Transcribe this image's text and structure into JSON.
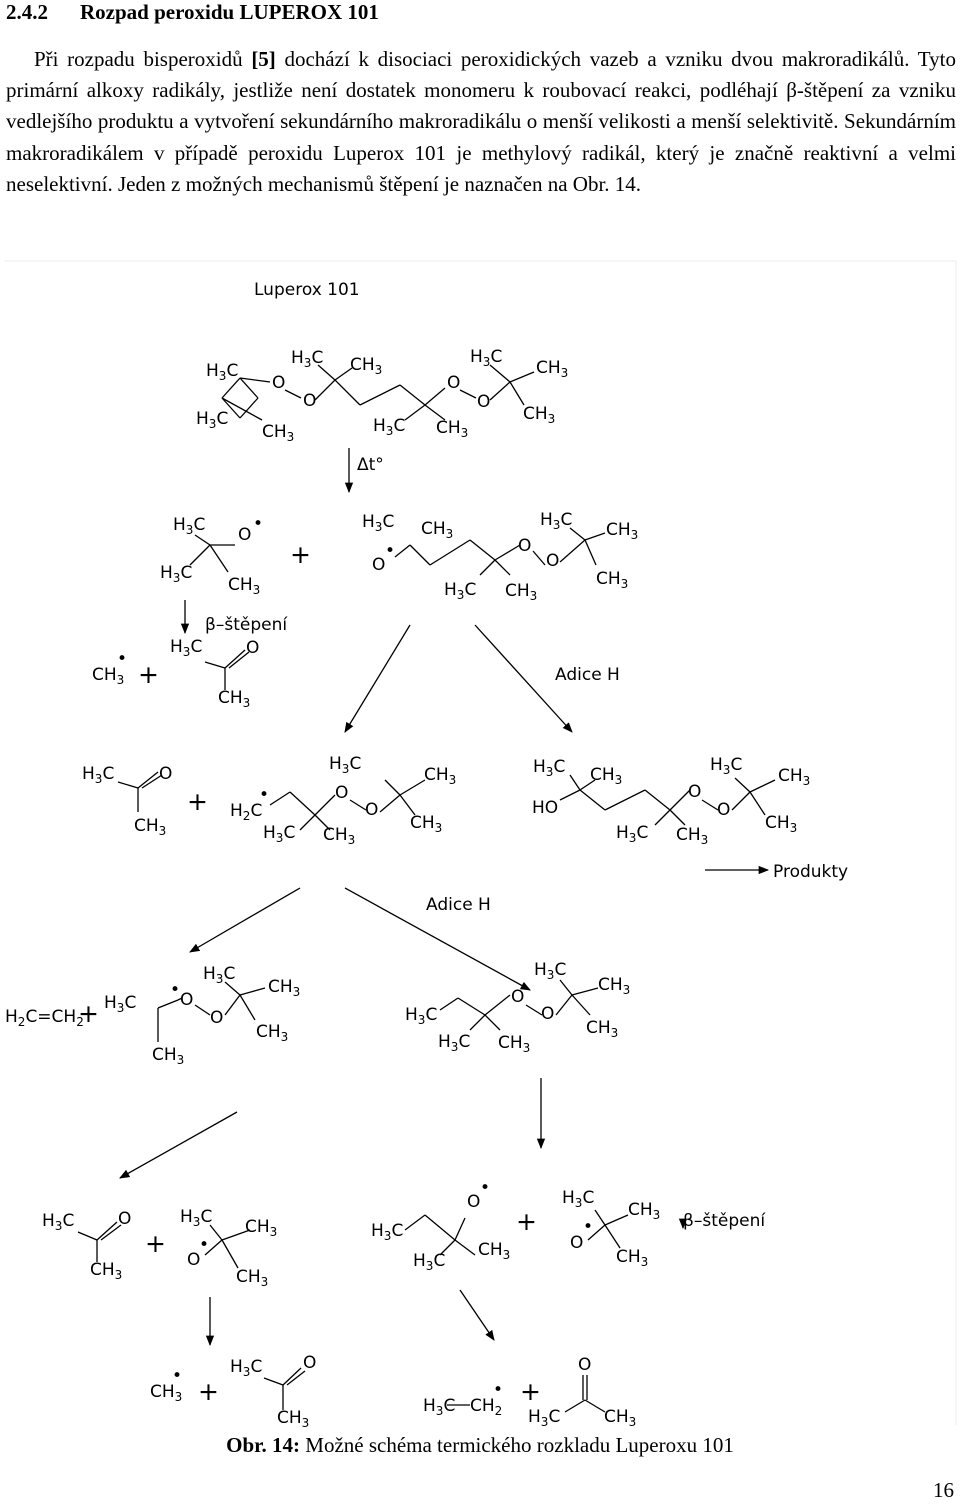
{
  "heading": {
    "number": "2.4.2",
    "title": "Rozpad peroxidu LUPEROX 101"
  },
  "paragraph": {
    "pre": "Při rozpadu bisperoxidů ",
    "ref": "[5]",
    "post": " dochází k disociaci peroxidických vazeb a vzniku dvou makroradikálů. Tyto primární alkoxy radikály, jestliže není dostatek monomeru k roubovací reakci, podléhají β-štěpení za vzniku vedlejšího produktu a vytvoření sekundárního makroradikálu o menší velikosti a menší selektivitě. Sekundárním makroradikálem v případě peroxidu Luperox 101 je methylový radikál, který je značně reaktivní a velmi neselektivní. Jeden z možných mechanismů štěpení je naznačen na Obr. 14."
  },
  "scheme": {
    "title": "Luperox 101",
    "delta_label": "Δt°",
    "beta_label": "β–štěpení",
    "addition_label": "Adice H",
    "products_label": "Produkty",
    "plus": "+",
    "formula": {
      "h3c": "H",
      "ch3": "CH",
      "ch": "CH",
      "h2c": "H",
      "c": "C",
      "o": "O",
      "ho": "HO",
      "dot": "•",
      "ethylene_left": "H",
      "ethylene_mid": "C=CH",
      "sub2": "2",
      "sub3": "3"
    }
  },
  "caption": {
    "label": "Obr. 14:",
    "text": " Možné schéma termického rozkladu Luperoxu 101"
  },
  "page_number": "16"
}
